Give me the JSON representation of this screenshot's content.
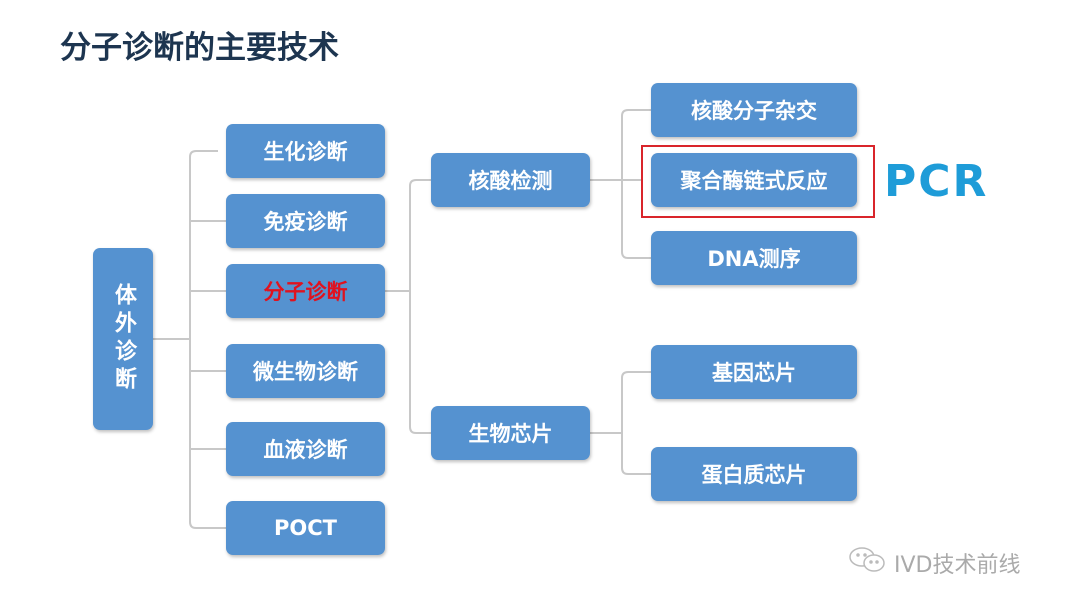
{
  "title": "分子诊断的主要技术",
  "root": "体外诊断",
  "level2": [
    "生化诊断",
    "免疫诊断",
    "分子诊断",
    "微生物诊断",
    "血液诊断",
    "POCT"
  ],
  "level3": [
    "核酸检测",
    "生物芯片"
  ],
  "level4": [
    "核酸分子杂交",
    "聚合酶链式反应",
    "DNA测序",
    "基因芯片",
    "蛋白质芯片"
  ],
  "highlight_label": "PCR",
  "watermark": "IVD技术前线",
  "colors": {
    "box": "#5592d0",
    "highlight": "#d9252b",
    "pcr": "#1e9cd8",
    "title": "#1d3550"
  }
}
